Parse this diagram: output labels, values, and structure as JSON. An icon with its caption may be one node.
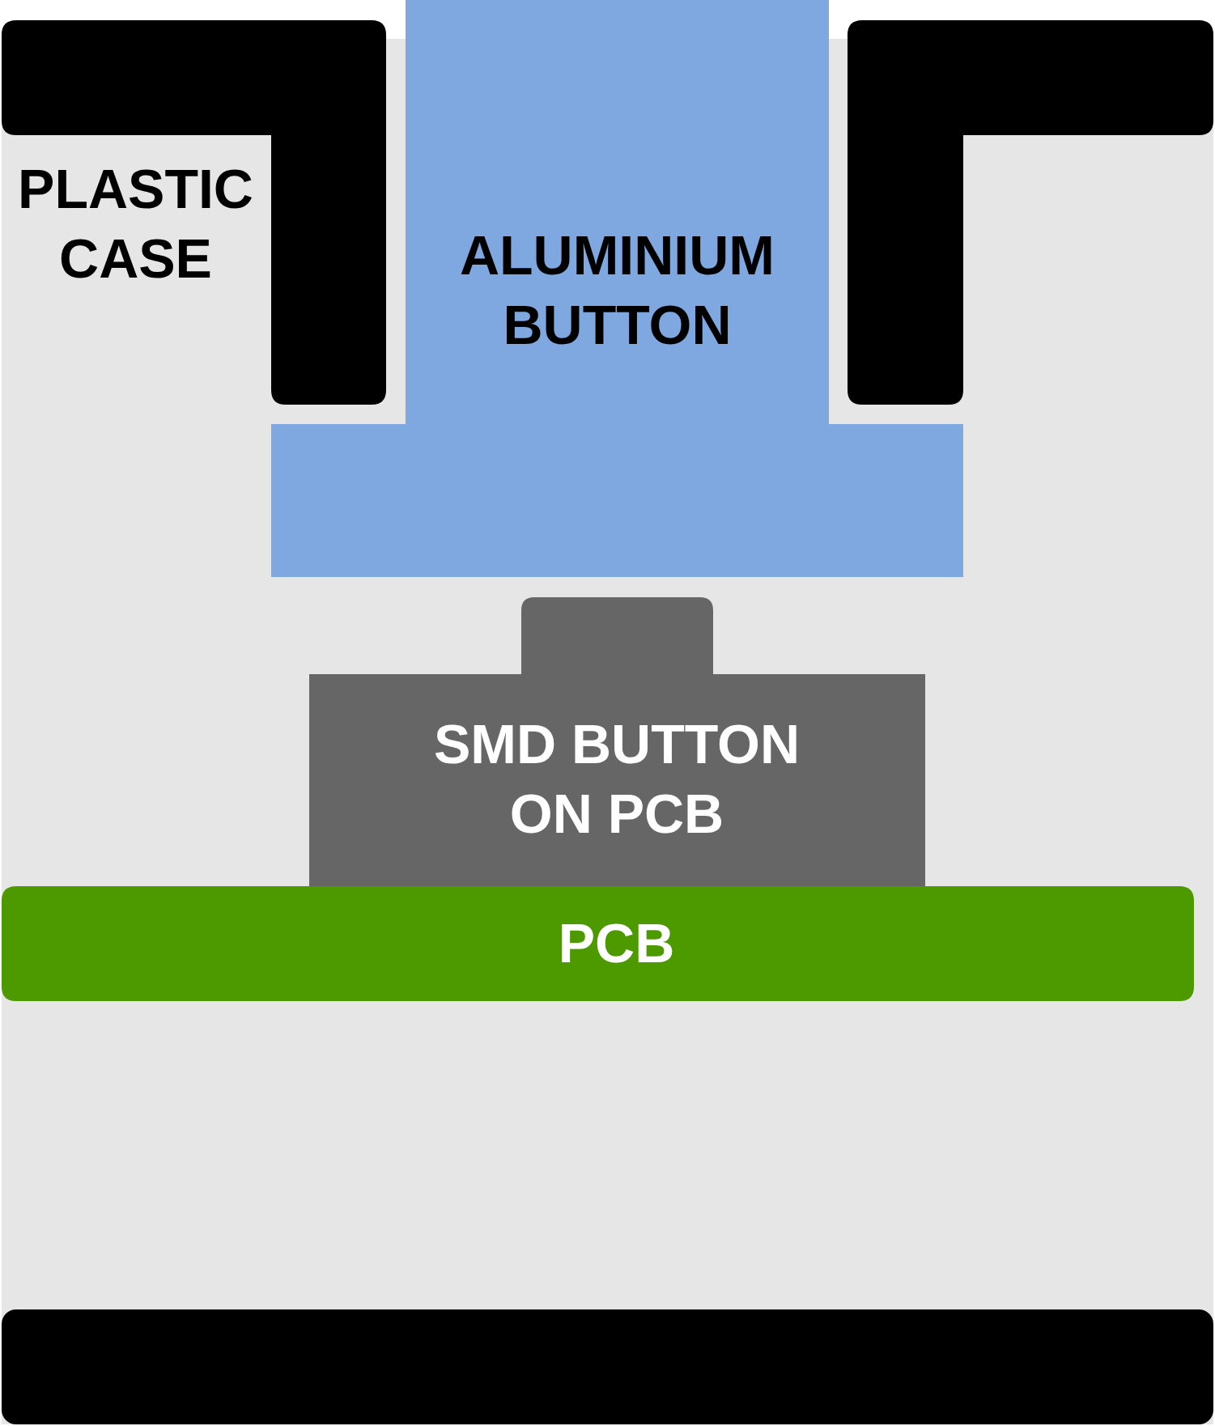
{
  "diagram": {
    "nodes": [
      {
        "text": [
          "ALUMINIUM BUTTON"
        ]
      },
      {
        "text": [
          "SMD BUTTON ON PCB"
        ]
      },
      {
        "text": [
          "PCB"
        ]
      }
    ],
    "labels": [
      "PLASTIC CASE"
    ]
  }
}
